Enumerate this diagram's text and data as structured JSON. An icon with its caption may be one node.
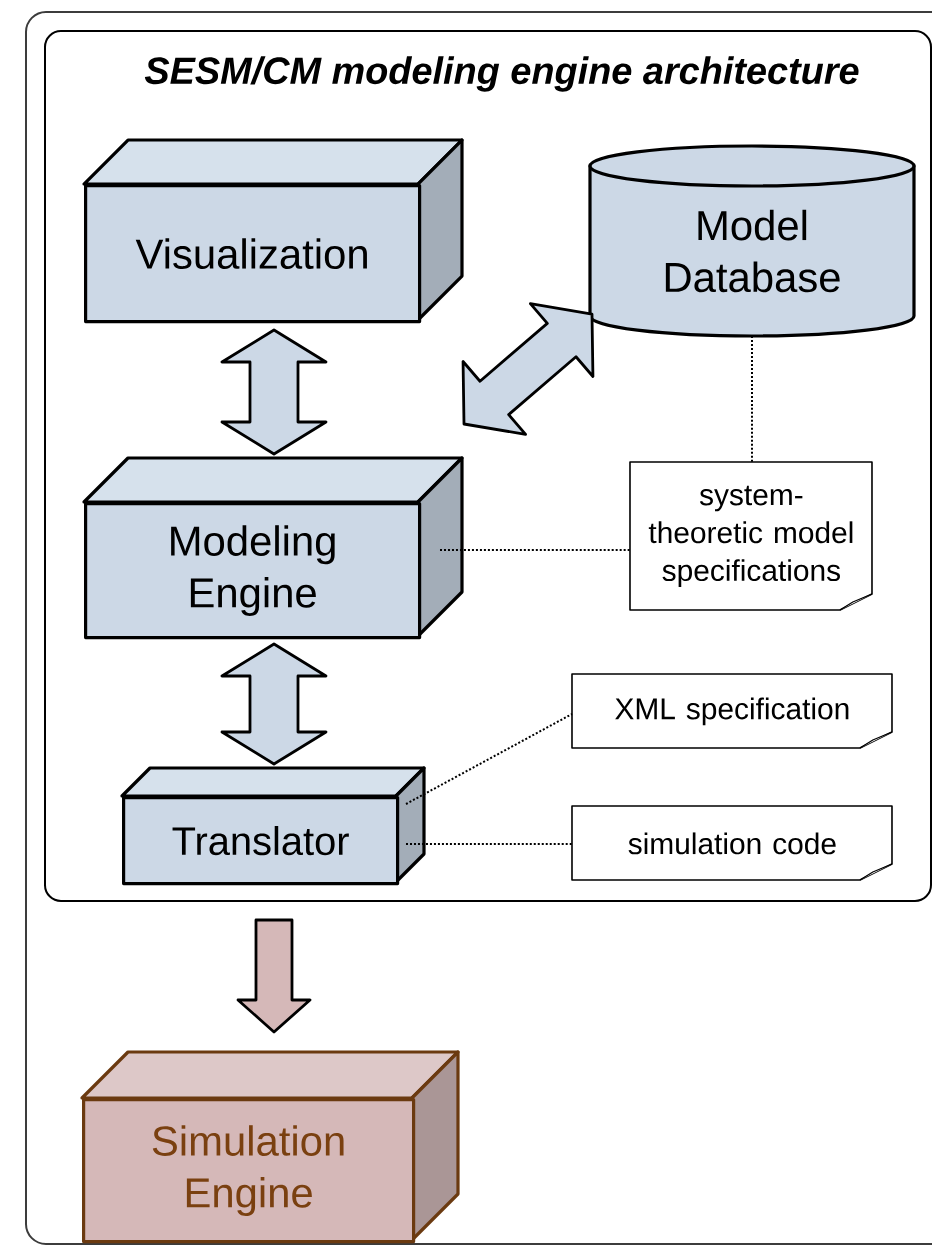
{
  "diagram": {
    "nodes": [
      {
        "text": [
          "SESM/CM modeling engine architecture"
        ]
      },
      {
        "text": [
          "Visualization"
        ],
        "in": 0
      },
      {
        "text": [
          "Model Database"
        ],
        "in": 0
      },
      {
        "text": [
          "Modeling Engine"
        ],
        "in": 0
      },
      {
        "text": [
          "system-theoretic model specifications"
        ],
        "in": 0
      },
      {
        "text": [
          "Translator"
        ],
        "in": 0
      },
      {
        "text": [
          "XML specification"
        ],
        "in": 0
      },
      {
        "text": [
          "simulation code"
        ],
        "in": 0
      },
      {
        "text": [
          "Simulation Engine"
        ]
      }
    ],
    "edges": [
      {
        "from": 1,
        "to": 3,
        "arrow": "both"
      },
      {
        "from": 3,
        "to": 2,
        "arrow": "both"
      },
      {
        "from": 2,
        "to": 4,
        "arrow": "none",
        "style": "dashed"
      },
      {
        "from": 3,
        "to": 4,
        "arrow": "none",
        "style": "dashed"
      },
      {
        "from": 3,
        "to": 5,
        "arrow": "both"
      },
      {
        "from": 5,
        "to": 6,
        "arrow": "none",
        "style": "dashed"
      },
      {
        "from": 5,
        "to": 7,
        "arrow": "none",
        "style": "dashed"
      },
      {
        "from": 5,
        "to": 8,
        "arrow": "to",
        "color": "#d5b8b8"
      }
    ]
  }
}
